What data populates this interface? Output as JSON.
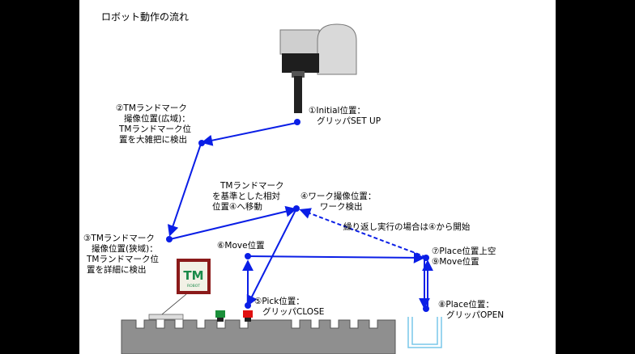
{
  "title": "ロボット動作の流れ",
  "steps": {
    "s1": [
      "①Initial位置：",
      "グリッパSET UP"
    ],
    "s2": [
      "②TMランドマーク",
      "撮像位置(広域)：",
      "TMランドマーク位",
      "置を大雑把に検出"
    ],
    "s3": [
      "③TMランドマーク",
      "撮像位置(狭域)：",
      "TMランドマーク位",
      "置を詳細に検出"
    ],
    "s4": [
      "④ワーク撮像位置：",
      "ワーク検出"
    ],
    "s5": [
      "⑤Pick位置：",
      "グリッパCLOSE"
    ],
    "s6": [
      "⑥Move位置"
    ],
    "s7": [
      "⑦Place位置上空"
    ],
    "s8": [
      "⑧Place位置：",
      "グリッパOPEN"
    ],
    "s9": [
      "⑨Move位置"
    ]
  },
  "notes": {
    "move": [
      "TMランドマーク",
      "を基準とした相対",
      "位置④へ移動"
    ],
    "repeat": "繰り返し実行の場合は④から開始"
  },
  "landmark": {
    "logo": "TM",
    "sub": "ROBOT"
  },
  "colors": {
    "path": "#0a1ee6",
    "point": "#0a1ee6",
    "conveyor": "#8f8f8f",
    "tray": "#79c7ea",
    "green_part": "#1b8f3a",
    "red_part": "#e01010",
    "logo_green": "#1a8a4a",
    "logo_frame": "#8b1a1a"
  }
}
